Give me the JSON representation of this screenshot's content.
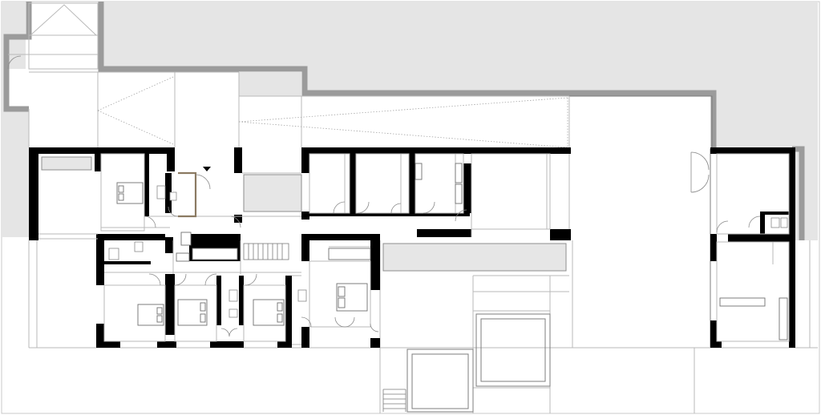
{
  "drawing": {
    "kind": "architectural floor plan",
    "text_labels": [],
    "colors": {
      "walls": "#000000",
      "exterior_grey": "#e5e5e5",
      "site_border": "#9b9b9b",
      "linework": "#b9b9b9",
      "partition_accent": "#8b7a62",
      "background": "#ffffff"
    },
    "symbols": [
      "north-arrow-marker",
      "door-swings",
      "beds",
      "sinks",
      "toilets",
      "stairs",
      "pool"
    ]
  }
}
